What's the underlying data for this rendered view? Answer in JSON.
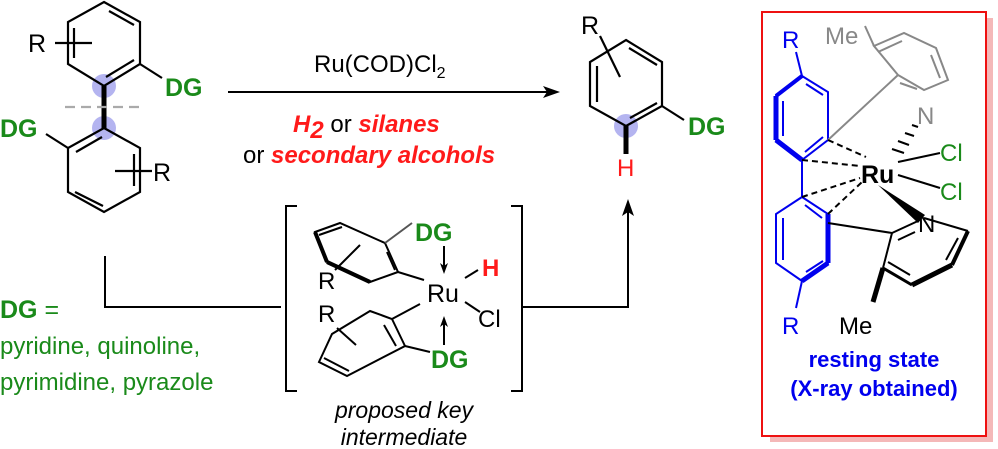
{
  "diagram": {
    "title": "Ru-catalyzed C–C bond activation of biaryls",
    "reactant": {
      "substituent_label": "R",
      "directing_group_label": "DG"
    },
    "conditions": {
      "catalyst": "Ru(COD)Cl",
      "catalyst_subscript": "2",
      "reductant_line1_a": "H",
      "reductant_line1_a_sub": "2",
      "reductant_line1_or": " or ",
      "reductant_line1_b": "silanes",
      "reductant_line2_or": "or ",
      "reductant_line2_b": "secondary alcohols"
    },
    "product": {
      "substituent_label": "R",
      "directing_group_label": "DG",
      "hydrogen_label": "H"
    },
    "dg_definition": {
      "label": "DG",
      "equals": " =",
      "line1": "pyridine, quinoline,",
      "line2": "pyrimidine, pyrazole"
    },
    "intermediate": {
      "metal": "Ru",
      "hydride": "H",
      "chloride": "Cl",
      "dg_top": "DG",
      "dg_bottom": "DG",
      "r_top": "R",
      "r_bottom": "R",
      "caption_line1": "proposed key",
      "caption_line2": "intermediate"
    },
    "resting_state": {
      "metal": "Ru",
      "cl1": "Cl",
      "cl2": "Cl",
      "n_top": "N",
      "n_bottom": "N",
      "me_top": "Me",
      "me_bottom": "Me",
      "r_top": "R",
      "r_bottom": "R",
      "caption_line1": "resting state",
      "caption_line2": "(X-ray obtained)"
    },
    "colors": {
      "dg_green": "#1a8a1a",
      "reagent_red": "#ff1a1a",
      "box_red": "#ee1111",
      "shadow_pink": "#f4b8b8",
      "blue": "#0000ee",
      "highlight_lavender": "#b4b4f0",
      "grey": "#888888"
    }
  }
}
